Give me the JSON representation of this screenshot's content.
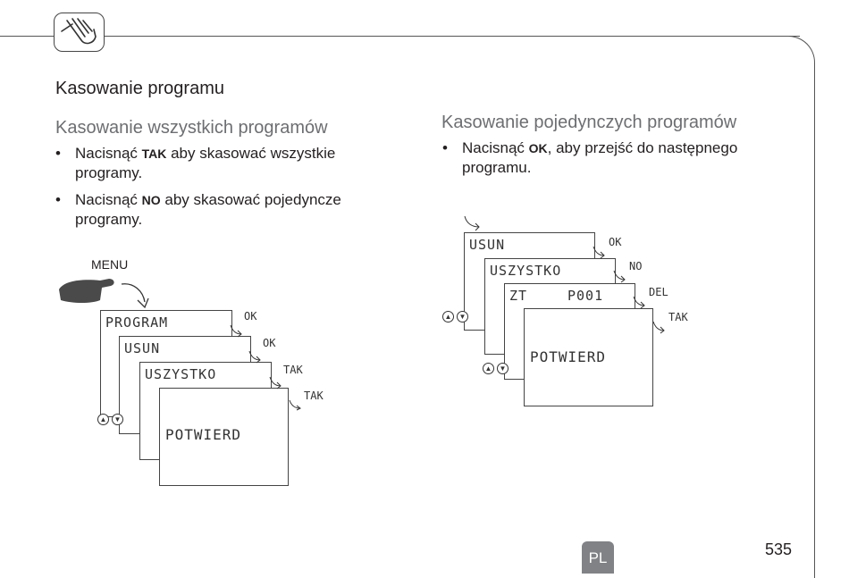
{
  "section_title": "Kasowanie programu",
  "left": {
    "heading": "Kasowanie wszystkich programów",
    "bullets": [
      {
        "pre": "Nacisnąć ",
        "key": "TAK",
        "post": " aby skasować wszystkie",
        "line2": "programy."
      },
      {
        "pre": "Nacisnąć ",
        "key": "NO",
        "post": " aby skasować pojedyncze",
        "line2": "programy."
      }
    ],
    "menu_label": "MENU",
    "screens": [
      "PROGRAM",
      "USUN",
      "USZYSTKO",
      "POTWIERD"
    ],
    "side_labels": [
      "OK",
      "OK",
      "TAK",
      "TAK"
    ]
  },
  "right": {
    "heading": "Kasowanie pojedynczych programów",
    "bullets": [
      {
        "pre": "Nacisnąć ",
        "key": "OK",
        "post": ", aby przejść do następnego",
        "line2": "programu."
      }
    ],
    "screens": [
      "USUN",
      "USZYSTKO",
      "ZT",
      "P001",
      "POTWIERD"
    ],
    "side_labels": [
      "OK",
      "NO",
      "DEL",
      "TAK"
    ]
  },
  "bullet_symbol": "•",
  "arrow_up": "▲",
  "arrow_down": "▼",
  "icons": {
    "hand": "hand-icon",
    "pointing_hand": "pointing-hand-icon"
  },
  "footer": {
    "lang_badge": "PL",
    "page_number": "535"
  },
  "colors": {
    "text": "#231f20",
    "subhead": "#6d6e71",
    "badge": "#808285"
  }
}
